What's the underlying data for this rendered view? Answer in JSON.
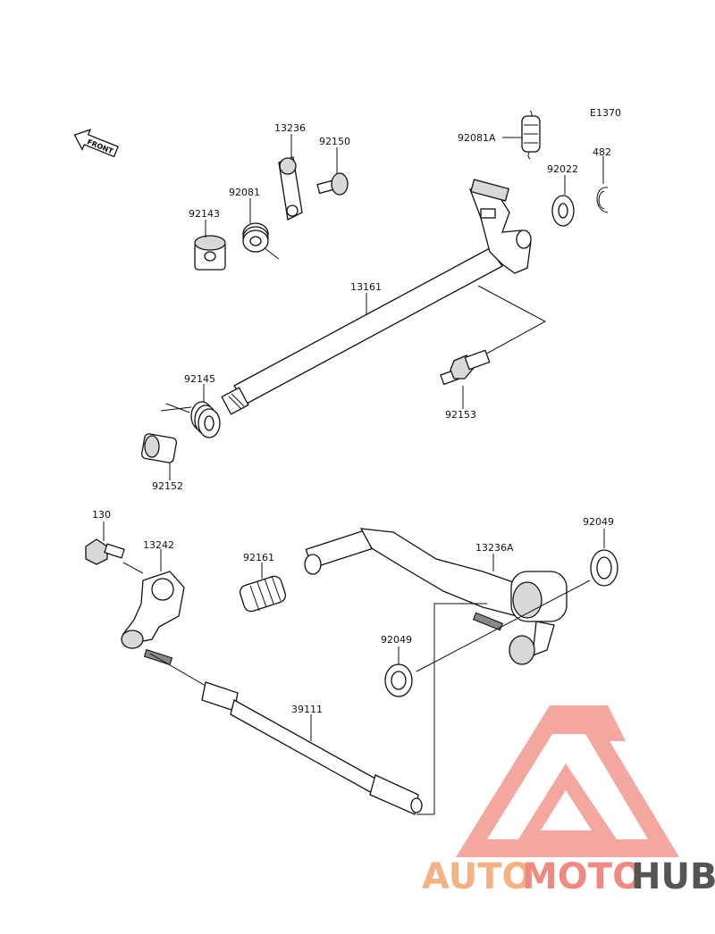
{
  "diagram_code": "E1370",
  "front_label": "FRONT",
  "parts": {
    "p13236": "13236",
    "p92150": "92150",
    "p92081A": "92081A",
    "p92143": "92143",
    "p92081": "92081",
    "p92022": "92022",
    "p482": "482",
    "p13161": "13161",
    "p92145": "92145",
    "p92153": "92153",
    "p92152": "92152",
    "p130": "130",
    "p13242": "13242",
    "p92161": "92161",
    "p13236A": "13236A",
    "p92049_top": "92049",
    "p92049_mid": "92049",
    "p39111": "39111"
  },
  "watermark": {
    "part1": "AUTO",
    "part2": "MOTO",
    "part3": "HUB",
    "color1": "#f4b183",
    "color2": "#f08a80",
    "color3": "#555555",
    "logo_color": "#f08a80"
  }
}
